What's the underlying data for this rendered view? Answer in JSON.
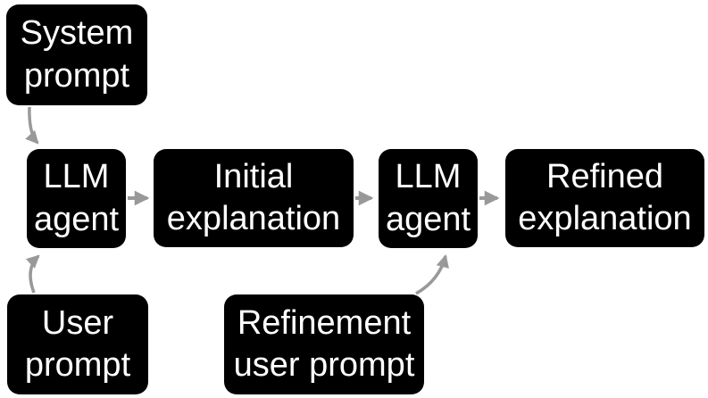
{
  "diagram_type": "flowchart",
  "colors": {
    "background": "#ffffff",
    "box_fill": "#000000",
    "box_text": "#ffffff",
    "arrow": "#999999"
  },
  "nodes": [
    {
      "id": "system-prompt",
      "label": "System\nprompt"
    },
    {
      "id": "llm-agent-1",
      "label": "LLM\nagent"
    },
    {
      "id": "initial-explanation",
      "label": "Initial\nexplanation"
    },
    {
      "id": "llm-agent-2",
      "label": "LLM\nagent"
    },
    {
      "id": "refined-explanation",
      "label": "Refined\nexplanation"
    },
    {
      "id": "user-prompt",
      "label": "User\nprompt"
    },
    {
      "id": "refinement-user-prompt",
      "label": "Refinement\nuser prompt"
    }
  ],
  "edges": [
    {
      "from": "system-prompt",
      "to": "llm-agent-1",
      "style": "curved"
    },
    {
      "from": "user-prompt",
      "to": "llm-agent-1",
      "style": "curved"
    },
    {
      "from": "llm-agent-1",
      "to": "initial-explanation",
      "style": "straight"
    },
    {
      "from": "initial-explanation",
      "to": "llm-agent-2",
      "style": "straight"
    },
    {
      "from": "refinement-user-prompt",
      "to": "llm-agent-2",
      "style": "curved"
    },
    {
      "from": "llm-agent-2",
      "to": "refined-explanation",
      "style": "straight"
    }
  ]
}
